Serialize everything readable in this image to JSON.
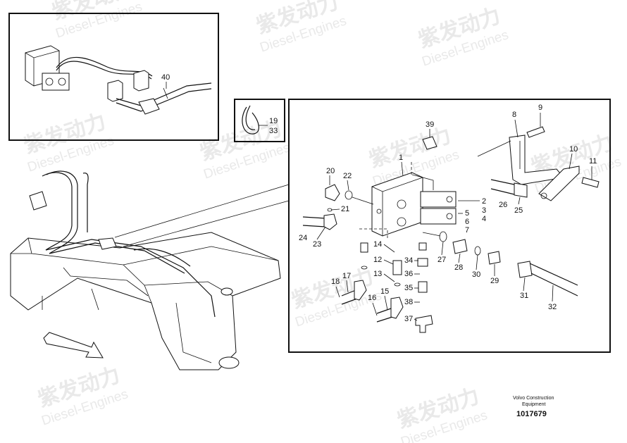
{
  "watermark": {
    "chinese": "紫发动力",
    "english": "Diesel-Engines"
  },
  "callouts": {
    "c40": "40",
    "c19": "19",
    "c33": "33",
    "c39": "39",
    "c1": "1",
    "c8": "8",
    "c9": "9",
    "c10": "10",
    "c11": "11",
    "c20": "20",
    "c22": "22",
    "c21": "21",
    "c24": "24",
    "c23": "23",
    "c14": "14",
    "c12": "12",
    "c13": "13",
    "c17": "17",
    "c18": "18",
    "c15": "15",
    "c16": "16",
    "c34": "34",
    "c36": "36",
    "c35": "35",
    "c38": "38",
    "c37": "37",
    "c2": "2",
    "c3": "3",
    "c4": "4",
    "c5": "5",
    "c6": "6",
    "c7": "7",
    "c26": "26",
    "c25": "25",
    "c27": "27",
    "c28": "28",
    "c30": "30",
    "c29": "29",
    "c31": "31",
    "c32": "32"
  },
  "footer": {
    "brand_line1": "Volvo Construction",
    "brand_line2": "Equipment",
    "doc_number": "1017679"
  }
}
